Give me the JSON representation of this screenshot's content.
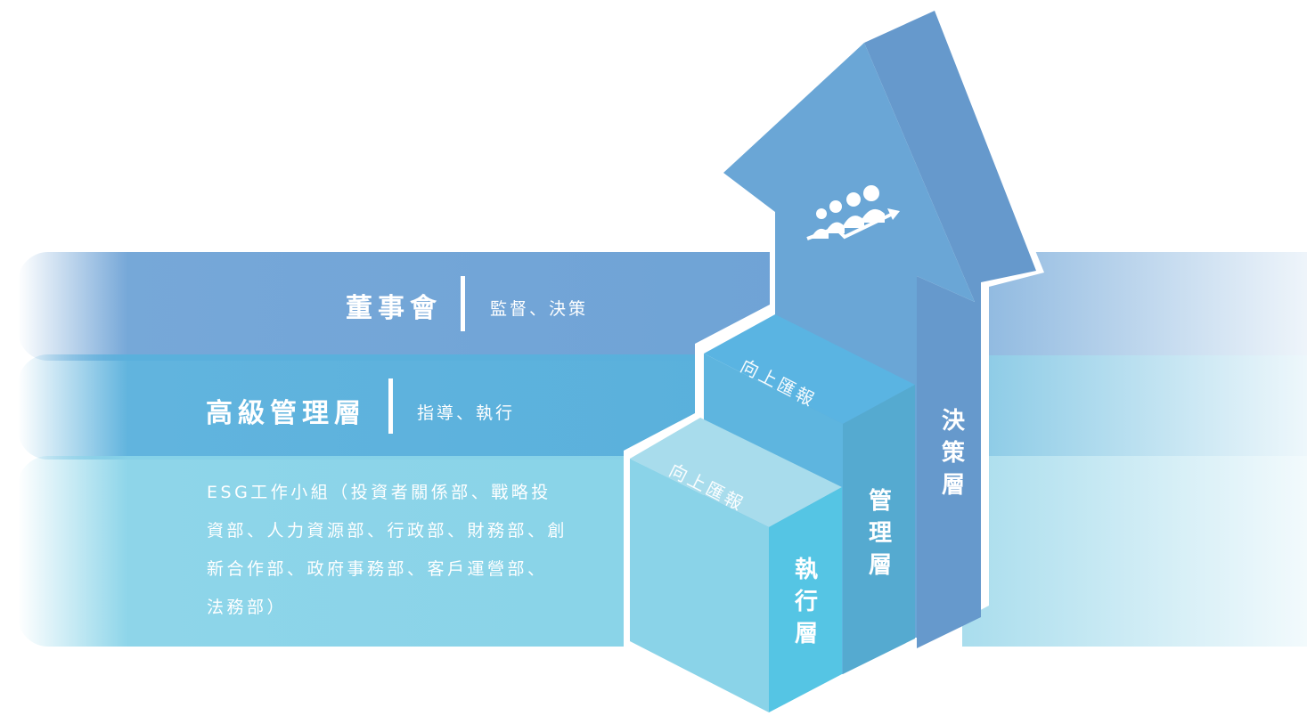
{
  "tiers": {
    "board": {
      "title": "董事會",
      "desc": "監督、決策"
    },
    "senior": {
      "title": "高級管理層",
      "desc": "指導、執行"
    },
    "working_group": {
      "lines": [
        "ESG工作小組（投資者關係部、戰略投",
        "資部、人力資源部、行政部、財務部、創",
        "新合作部、政府事務部、客戶運營部、",
        "法務部）"
      ]
    }
  },
  "levels": {
    "execution": [
      "執",
      "行",
      "層"
    ],
    "management": [
      "管",
      "理",
      "層"
    ],
    "decision": [
      "決",
      "策",
      "層"
    ]
  },
  "step_labels": {
    "lower": "向上匯報",
    "upper": "向上匯報"
  },
  "icons": {
    "arrow_icon": "team-growth-icon"
  },
  "colors": {
    "board_band": "#6fa3d6",
    "senior_band": "#59b0dc",
    "exec_band": "#88d3e8",
    "arrow_front": "#6aa4d4",
    "arrow_side": "#5e96c9",
    "mid_top": "#5ab4e2",
    "mid_side": "#50a9d0",
    "low_top": "#a6dced",
    "low_front": "#88d3e8",
    "low_side": "#53c3e3"
  }
}
